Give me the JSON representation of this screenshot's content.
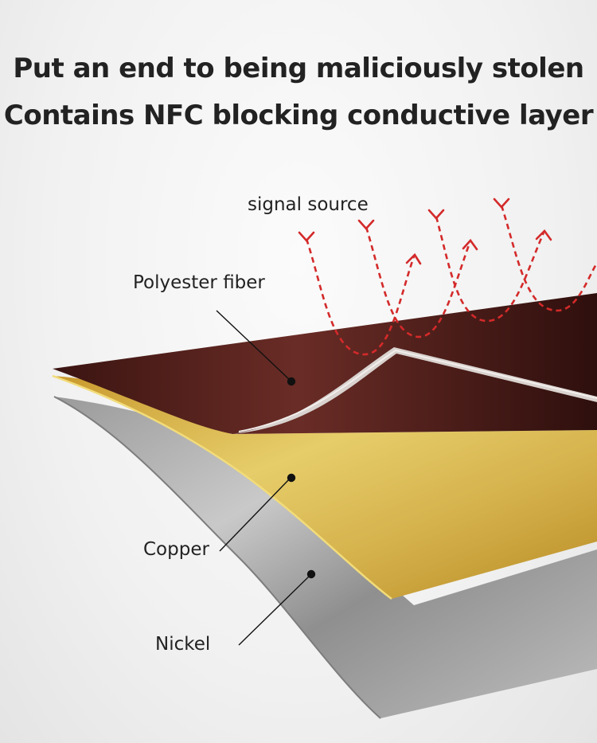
{
  "headline": {
    "line1": "Put an end to being maliciously stolen",
    "line2": "Contains NFC blocking conductive layer"
  },
  "labels": {
    "signal_source": "signal source",
    "polyester": "Polyester fiber",
    "copper": "Copper",
    "nickel": "Nickel"
  },
  "colors": {
    "signal": "#d42a2a",
    "polyester": "#4a1a16",
    "copper": "#d8b84a",
    "nickel": "#a8a8a8"
  }
}
